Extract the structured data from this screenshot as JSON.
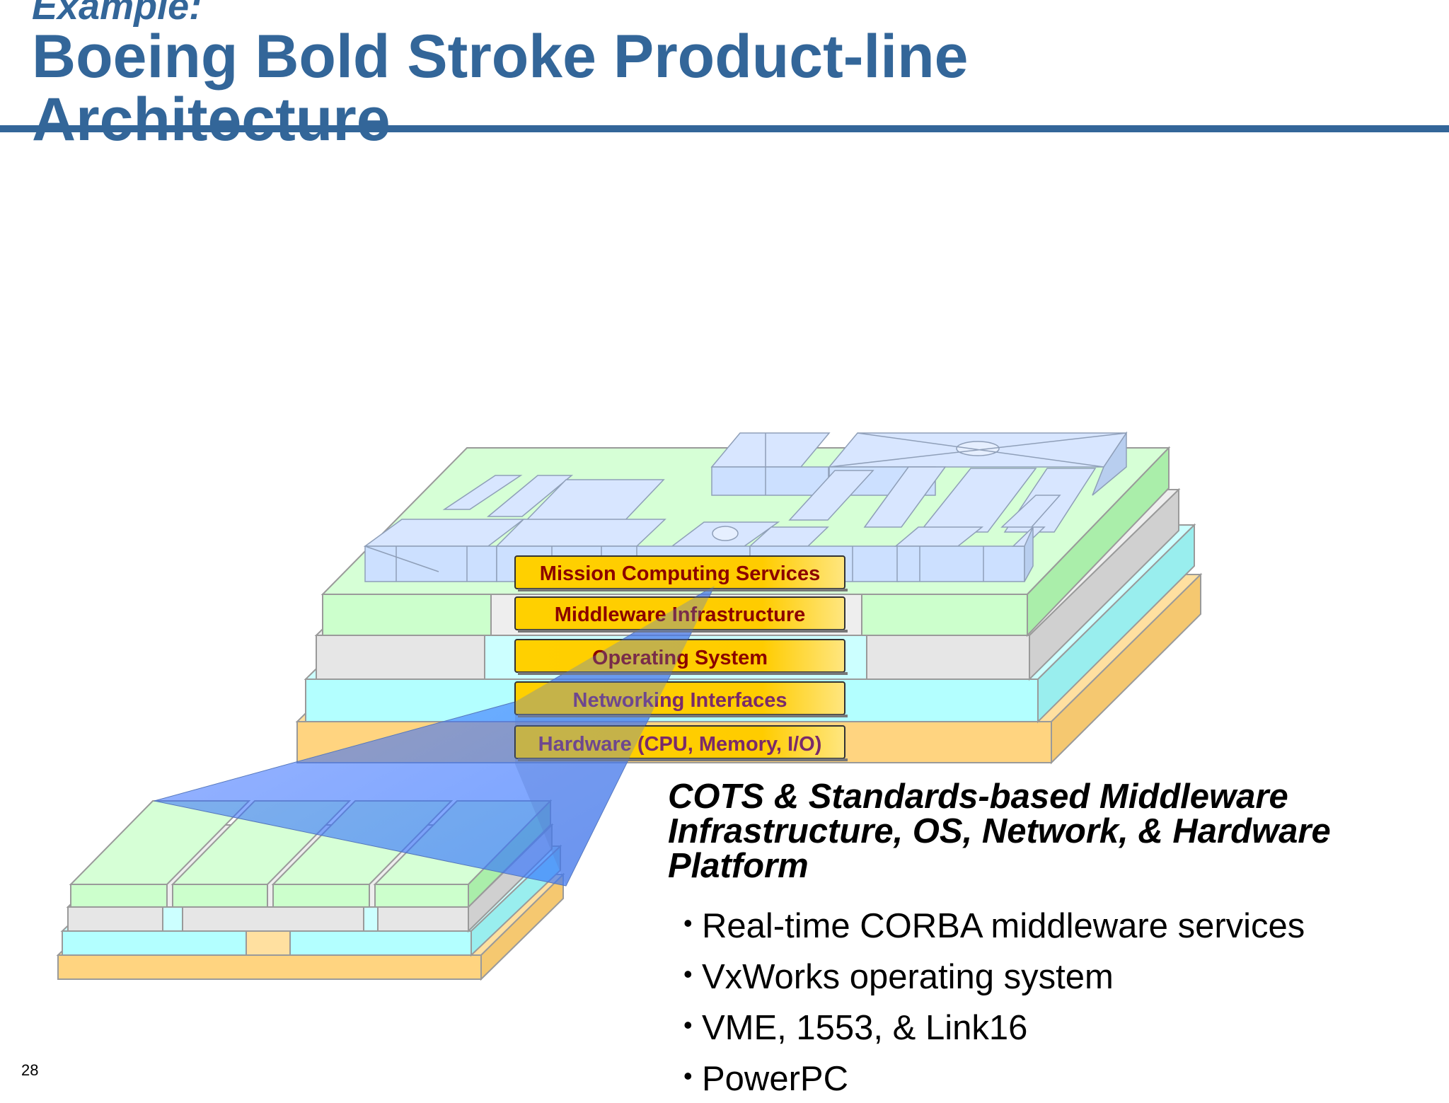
{
  "slide": {
    "kicker": "Example:",
    "title_line1": "Boeing Bold Stroke Product-line",
    "title_line2": "Architecture",
    "page_number": "28"
  },
  "layers": [
    "Mission Computing Services",
    "Middleware Infrastructure",
    "Operating System",
    "Networking Interfaces",
    "Hardware (CPU, Memory, I/O)"
  ],
  "colors": {
    "title_blue": "#336699",
    "layer_app": "#ccffcc",
    "layer_mw": "#e6e6e6",
    "layer_net": "#b3ffff",
    "layer_hw": "#ffd480",
    "component_blue": "#cce0ff",
    "stack_gold": "#ffcc00",
    "stack_text": "#8b0000"
  },
  "content": {
    "heading_line1": "COTS & Standards-based Middleware",
    "heading_line2": "Infrastructure, OS, Network, & Hardware",
    "heading_line3": "Platform",
    "bullets": [
      "Real-time CORBA middleware services",
      "VxWorks operating system",
      "VME, 1553, & Link16",
      "PowerPC"
    ]
  }
}
